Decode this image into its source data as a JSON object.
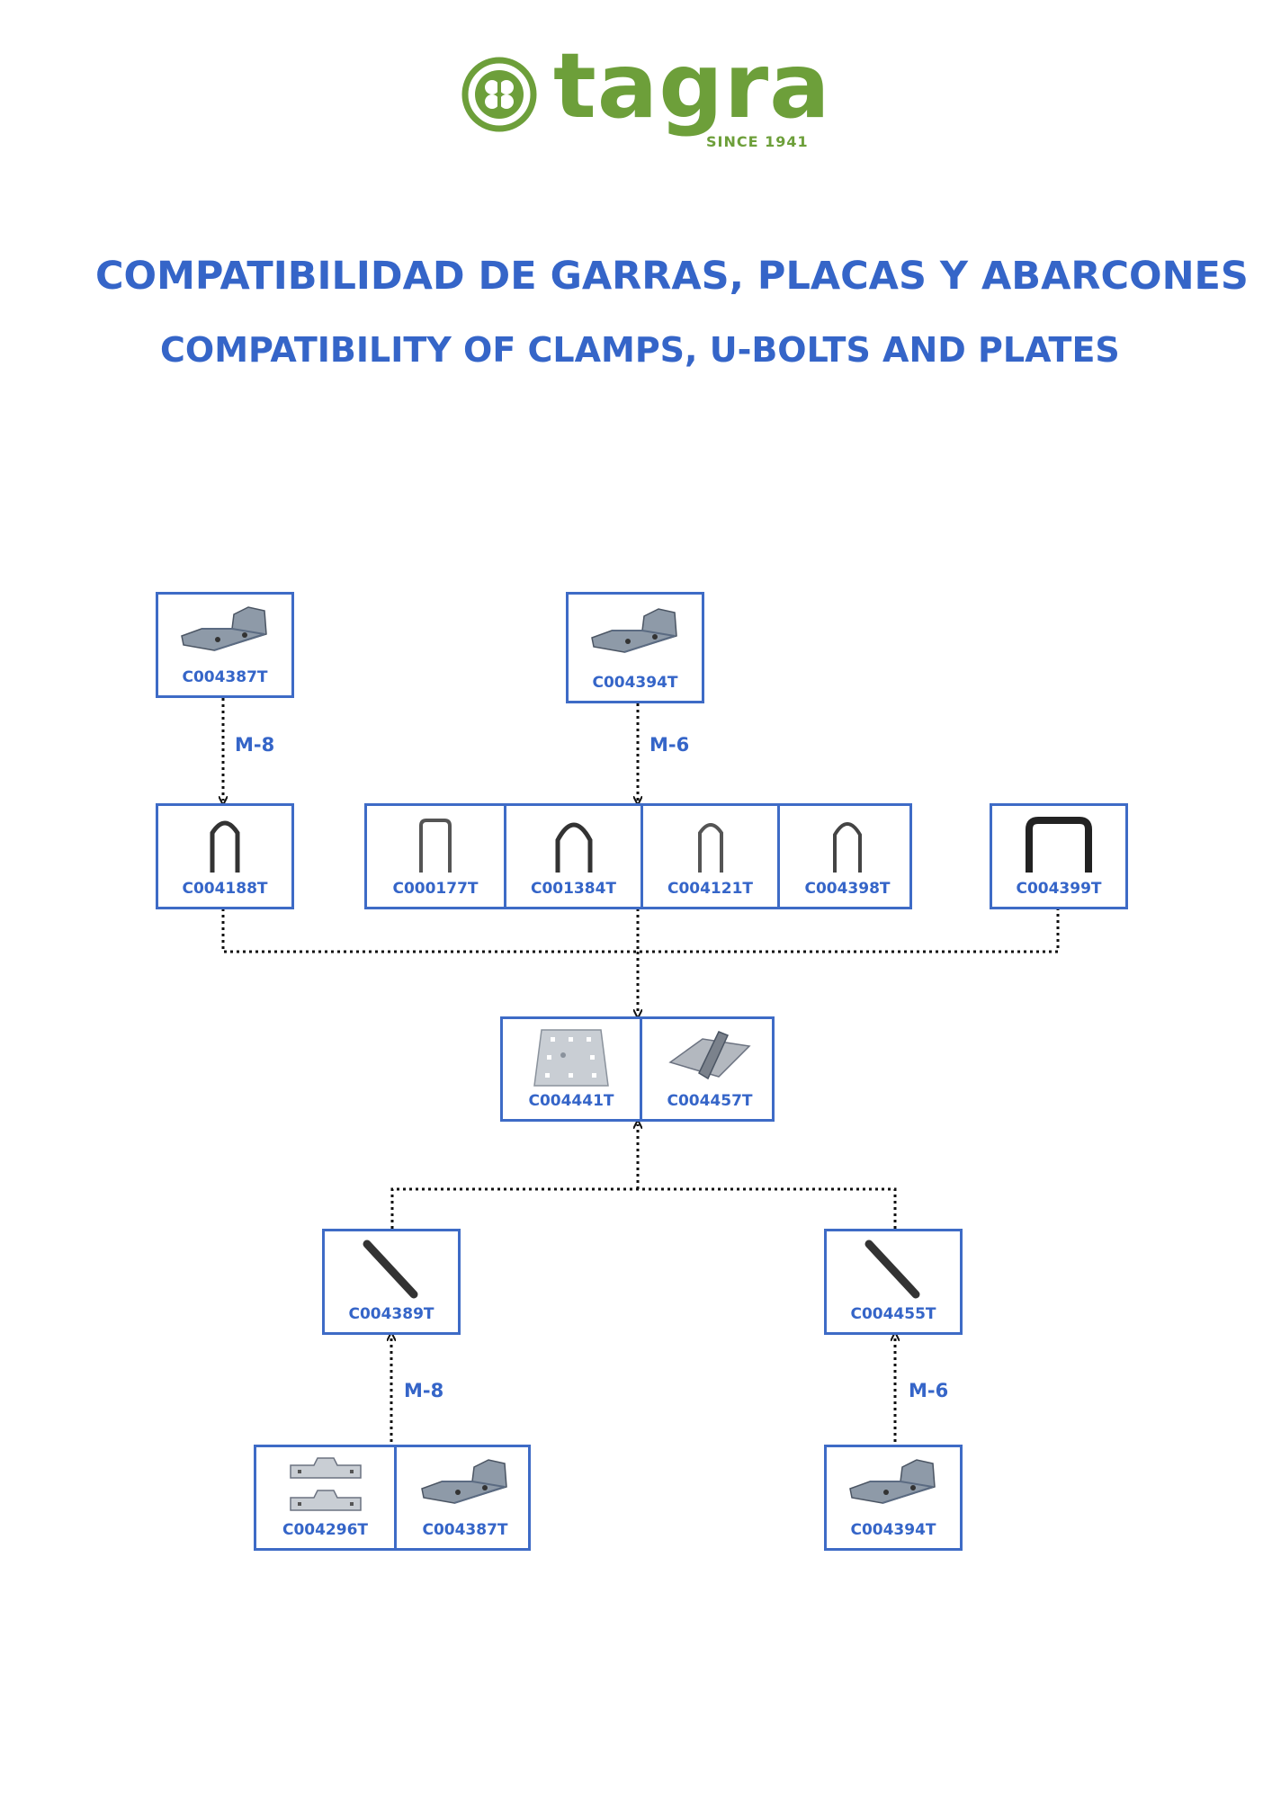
{
  "logo": {
    "word": "tagra",
    "since": "SINCE 1941"
  },
  "titles": {
    "es": "COMPATIBILIDAD DE GARRAS, PLACAS Y ABARCONES",
    "en": "COMPATIBILITY OF CLAMPS, U-BOLTS AND PLATES"
  },
  "nodes": {
    "clamp_top_left": "C004387T",
    "clamp_top_mid": "C004394T",
    "ubolt_1": "C004188T",
    "ubolt_2": "C000177T",
    "ubolt_3": "C001384T",
    "ubolt_4": "C004121T",
    "ubolt_5": "C004398T",
    "ubolt_6": "C004399T",
    "plate_1": "C004441T",
    "plate_2": "C004457T",
    "bar_left": "C004389T",
    "bar_right": "C004455T",
    "bracket_bl": "C004296T",
    "clamp_bl": "C004387T",
    "clamp_br": "C004394T"
  },
  "flow_labels": {
    "top_left": "M-8",
    "top_mid": "M-6",
    "bottom_left": "M-8",
    "bottom_right": "M-6"
  },
  "colors": {
    "accent": "#3565c8",
    "brand_green": "#6d9f3a",
    "border": "#3e6bc6"
  },
  "icons": {
    "logo": "grape-leaf-logo-icon",
    "clamp": "clamp-photo-icon",
    "ubolt": "u-bolt-icon",
    "plate": "plate-photo-icon",
    "bar": "bar-photo-icon"
  }
}
